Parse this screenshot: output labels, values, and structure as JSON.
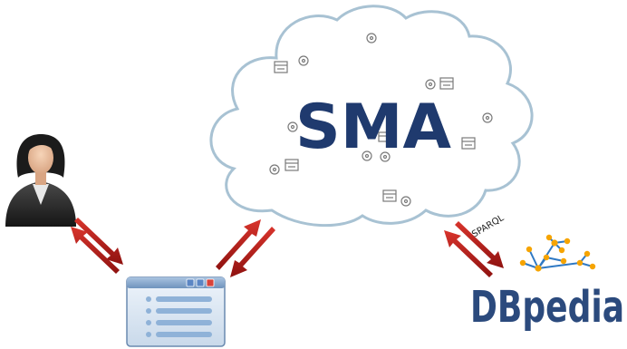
{
  "cloud": {
    "label": "SMA",
    "icon_names": [
      "service-window-icon",
      "service-gear-icon"
    ],
    "colors": {
      "fill": "#ffffff",
      "stroke": "#9fb9c8",
      "label": "#1f3a6e"
    }
  },
  "user": {
    "icon": "businesswoman-avatar-icon"
  },
  "app_window": {
    "icon": "application-window-icon"
  },
  "query_label": "SPARQL",
  "dbpedia": {
    "logo_text": "DBpedia",
    "colors": {
      "text": "#2b4a7d",
      "dots": "#f6a400",
      "lines": "#2f79c4"
    }
  },
  "arrows": {
    "color": "#b21a17"
  }
}
